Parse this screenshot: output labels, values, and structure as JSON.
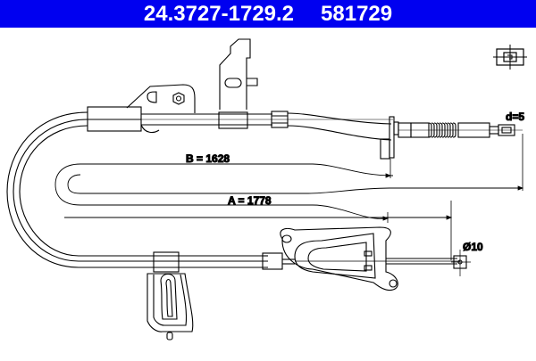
{
  "header": {
    "part_number": "24.3727-1729.2",
    "ref_number": "581729",
    "background_color": "#0000f0",
    "text_color": "#ffffff"
  },
  "drawing": {
    "type": "brake-cable-technical-drawing",
    "dimensions": {
      "a_label": "A = 1778",
      "b_label": "B = 1628",
      "d_label": "d=5",
      "diameter_label": "Ø10"
    },
    "icons": {
      "end_fitting_symbol": "end-fitting-symbol-icon"
    }
  }
}
